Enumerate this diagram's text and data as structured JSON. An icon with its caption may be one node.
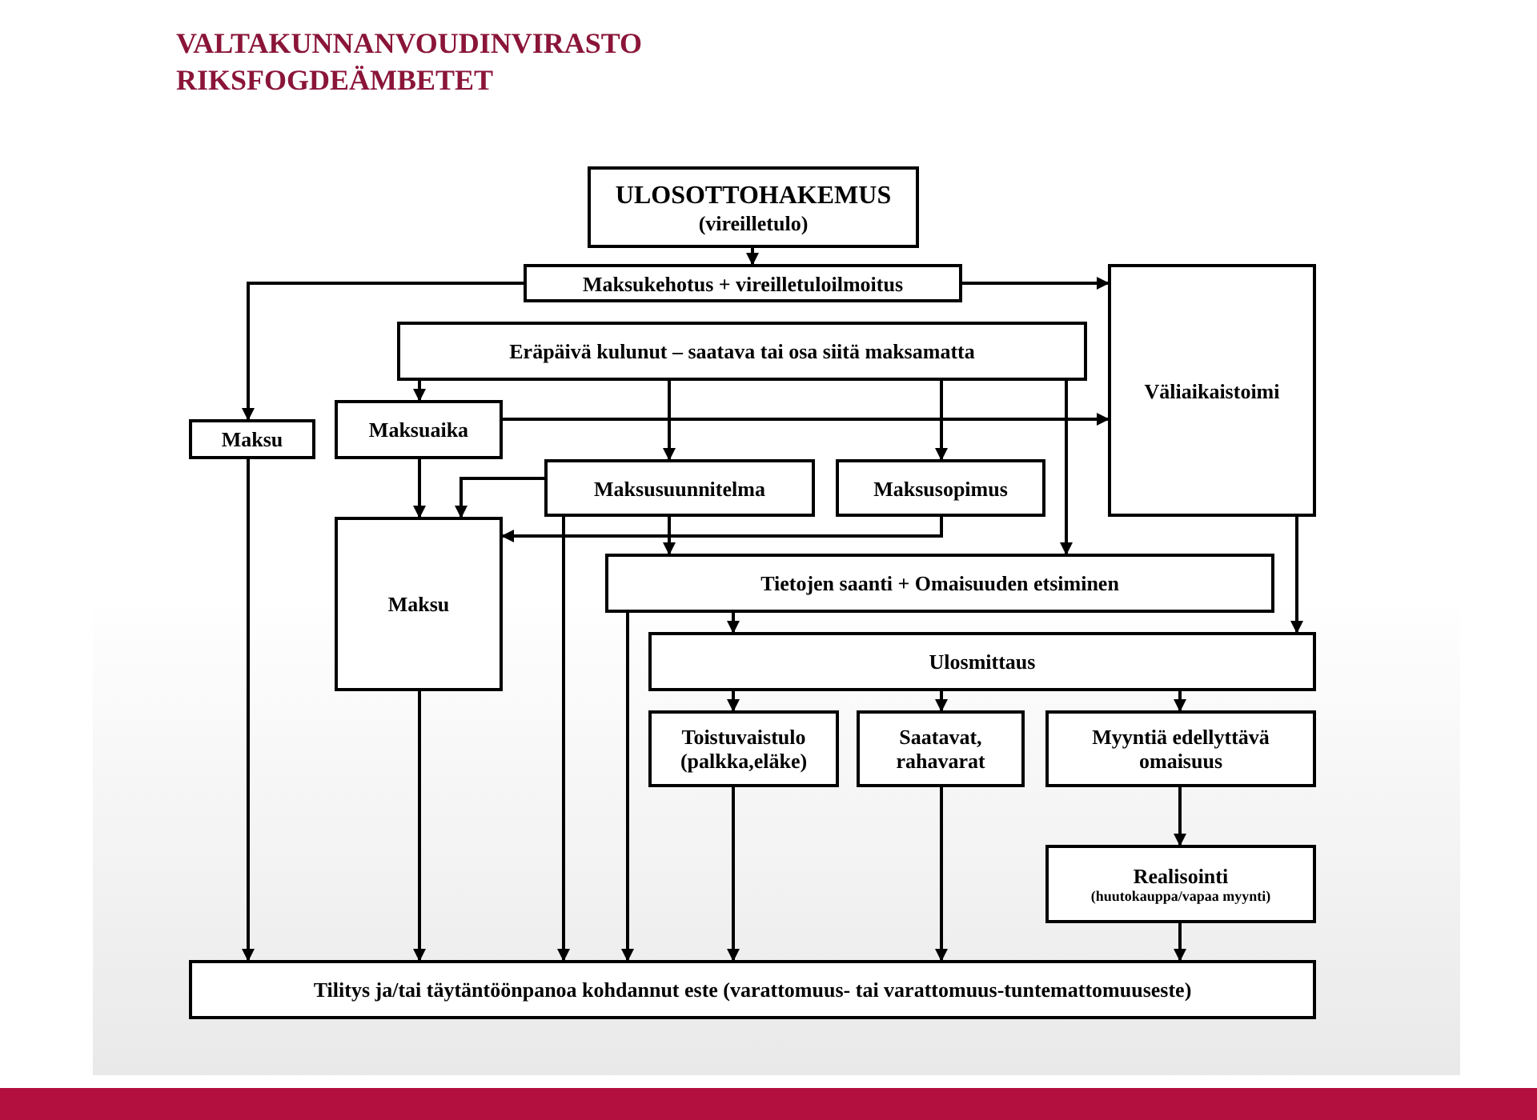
{
  "diagram": {
    "nodes": [
      {
        "text": [
          "ULOSOTTOHAKEMUS",
          "(vireilletulo)"
        ]
      },
      {
        "text": [
          "Maksukehotus + vireilletuloilmoitus"
        ]
      },
      {
        "text": [
          "Eräpäivä kulunut – saatava tai osa siitä maksamatta"
        ]
      },
      {
        "text": [
          "Väliaikaistoimi"
        ]
      },
      {
        "text": [
          "Maksu"
        ]
      },
      {
        "text": [
          "Maksuaika"
        ]
      },
      {
        "text": [
          "Maksusuunnitelma"
        ]
      },
      {
        "text": [
          "Maksusopimus"
        ]
      },
      {
        "text": [
          "Maksu"
        ]
      },
      {
        "text": [
          "Tietojen saanti + Omaisuuden etsiminen"
        ]
      },
      {
        "text": [
          "Ulosmittaus"
        ]
      },
      {
        "text": [
          "Toistuvaistulo (palkka,eläke)"
        ]
      },
      {
        "text": [
          "Saatavat, rahavarat"
        ]
      },
      {
        "text": [
          "Myyntiä edellyttävä omaisuus"
        ]
      },
      {
        "text": [
          "Realisointi",
          "(huutokauppa/vapaa myynti)"
        ]
      },
      {
        "text": [
          "Tilitys ja/tai täytäntöönpanoa kohdannut este (varattomuus- tai varattomuus-tuntemattomuuseste)"
        ]
      }
    ],
    "edges": [
      {
        "from": 0,
        "to": 1,
        "arrow": "to"
      },
      {
        "from": 1,
        "to": 3,
        "arrow": "to"
      },
      {
        "from": 1,
        "to": 4,
        "arrow": "to"
      },
      {
        "from": 2,
        "to": 5,
        "arrow": "to"
      },
      {
        "from": 2,
        "to": 6,
        "arrow": "to"
      },
      {
        "from": 2,
        "to": 7,
        "arrow": "to"
      },
      {
        "from": 2,
        "to": 9,
        "arrow": "to"
      },
      {
        "from": 5,
        "to": 3,
        "arrow": "to"
      },
      {
        "from": 5,
        "to": 8,
        "arrow": "to"
      },
      {
        "from": 6,
        "to": 8,
        "arrow": "to"
      },
      {
        "from": 7,
        "to": 8,
        "arrow": "to"
      },
      {
        "from": 6,
        "to": 9,
        "arrow": "to"
      },
      {
        "from": 6,
        "to": 15,
        "arrow": "to"
      },
      {
        "from": 3,
        "to": 10,
        "arrow": "to"
      },
      {
        "from": 9,
        "to": 10,
        "arrow": "to"
      },
      {
        "from": 9,
        "to": 15,
        "arrow": "to"
      },
      {
        "from": 10,
        "to": 11,
        "arrow": "to"
      },
      {
        "from": 10,
        "to": 12,
        "arrow": "to"
      },
      {
        "from": 10,
        "to": 13,
        "arrow": "to"
      },
      {
        "from": 13,
        "to": 14,
        "arrow": "to"
      },
      {
        "from": 4,
        "to": 15,
        "arrow": "to"
      },
      {
        "from": 8,
        "to": 15,
        "arrow": "to"
      },
      {
        "from": 11,
        "to": 15,
        "arrow": "to"
      },
      {
        "from": 12,
        "to": 15,
        "arrow": "to"
      },
      {
        "from": 14,
        "to": 15,
        "arrow": "to"
      }
    ],
    "labels": [
      "VALTAKUNNANVOUDINVIRASTO",
      "RIKSFOGDEÄMBETET"
    ]
  }
}
